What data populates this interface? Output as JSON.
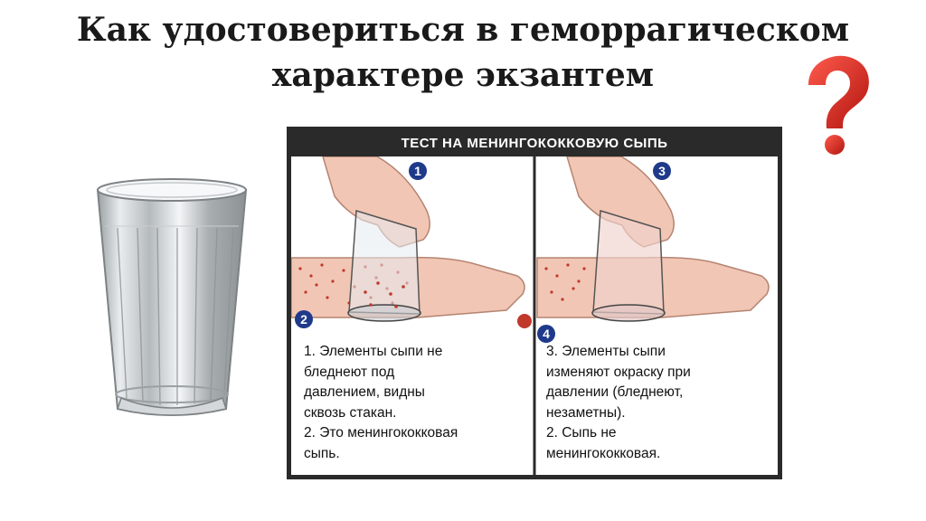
{
  "title": "Как удостовериться в геморрагическом\nхарактере экзантем",
  "panel": {
    "header": "ТЕСТ НА МЕНИНГОКОККОВУЮ СЫПЬ",
    "markers": [
      "1",
      "2",
      "3",
      "4"
    ],
    "left_text": "1. Элементы сыпи не\nбледнеют под\nдавлением, видны\nсквозь стакан.\n2. Это менингококковая\nсыпь.",
    "right_text": "3. Элементы сыпи\nизменяют окраску при\nдавлении (бледнеют,\nнезаметны).\n2. Сыпь не\nменингококковая."
  },
  "icons": {
    "question_mark": "question-mark-icon",
    "glass": "faceted-glass-image"
  },
  "colors": {
    "question_mark": "#e8241d",
    "panel_frame": "#2a2a2a",
    "marker": "#1f3a8a",
    "skin": "#f2c6b4",
    "rash": "#c0392b"
  }
}
